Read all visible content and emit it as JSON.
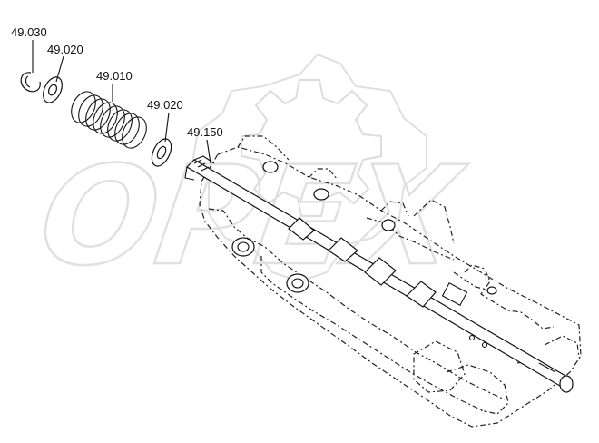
{
  "diagram": {
    "watermark_text": "OPEX",
    "watermark_color": "#e2e2e2",
    "corner_mark": "",
    "callouts": [
      {
        "id": "snap-ring",
        "label": "49.030"
      },
      {
        "id": "washer-front",
        "label": "49.020"
      },
      {
        "id": "spring",
        "label": "49.010"
      },
      {
        "id": "washer-rear",
        "label": "49.020"
      },
      {
        "id": "shaft",
        "label": "49.150"
      }
    ]
  }
}
